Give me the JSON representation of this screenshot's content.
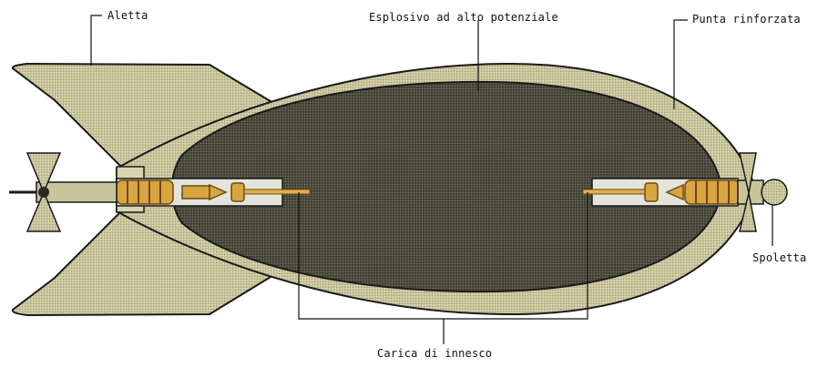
{
  "labels": {
    "fin": "Aletta",
    "explosive": "Esplosivo ad alto potenziale",
    "nose": "Punta rinforzata",
    "fuze": "Spoletta",
    "charge": "Carica di innesco"
  },
  "colors": {
    "casing": "#c9c49b",
    "casing_dark": "#8d8a63",
    "explosive": "#5a5a48",
    "explosive_dark": "#3a3a30",
    "outline": "#1a1a1a",
    "fuze_parts": "#d9a540",
    "tube": "#e4e4dc"
  }
}
